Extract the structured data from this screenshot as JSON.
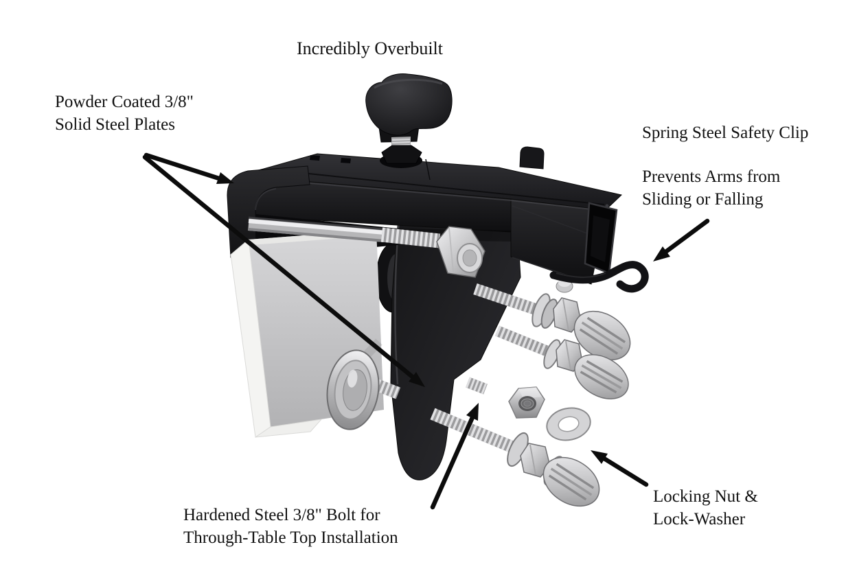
{
  "figure": {
    "title": "Incredibly Overbuilt",
    "annotations": {
      "plates": {
        "line1": "Powder Coated 3/8\"",
        "line2": "Solid Steel Plates"
      },
      "safety_clip": {
        "line1": "Spring Steel Safety Clip"
      },
      "safety_clip_benefit": {
        "line1": "Prevents Arms from",
        "line2": "Sliding or Falling"
      },
      "through_bolt": {
        "line1": "Hardened Steel 3/8\" Bolt for",
        "line2": "Through-Table Top Installation"
      },
      "locking_hardware": {
        "line1": "Locking Nut &",
        "line2": "Lock-Washer"
      }
    },
    "arrows": [
      {
        "id": "arrow-to-left-plate"
      },
      {
        "id": "arrow-to-center-plate"
      },
      {
        "id": "arrow-to-spring-clip"
      },
      {
        "id": "arrow-to-through-bolt"
      },
      {
        "id": "arrow-to-lock-washer"
      }
    ],
    "colors": {
      "background": "#ffffff",
      "text": "#101010",
      "arrow": "#0c0c0c",
      "steel_black": "#1a1a1d",
      "zinc_chrome": "#c9c9cb",
      "pad_white": "#f3f3f1"
    }
  }
}
